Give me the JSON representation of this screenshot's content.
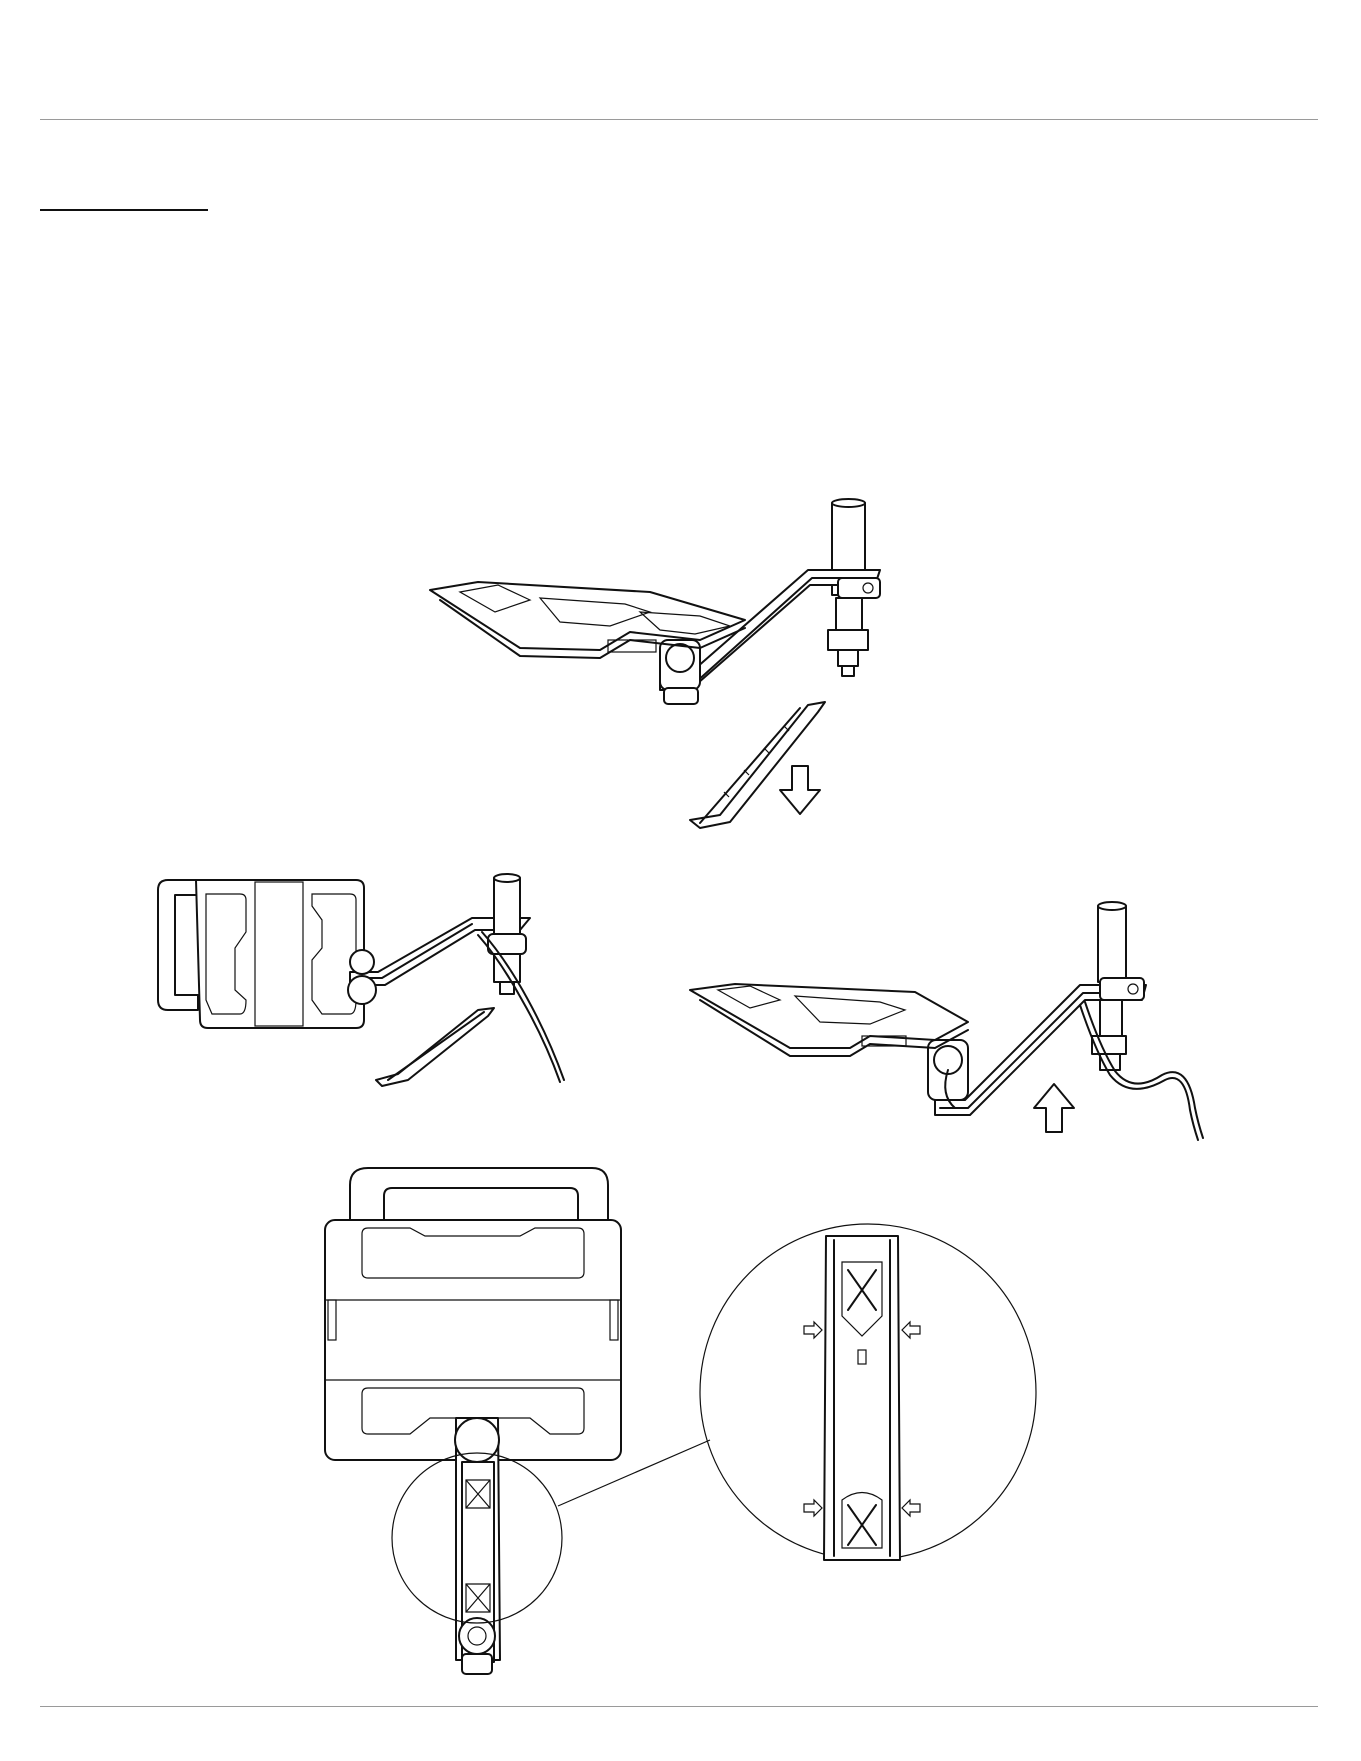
{
  "page": {
    "top_rule": true,
    "bottom_rule": true,
    "heading_underline": true
  },
  "figures": {
    "step_1_icon": "arm-tray-cover-removal-illustration",
    "step_2_icon": "laptop-tray-cable-routing-illustration",
    "step_3_icon": "arm-tray-cover-install-illustration",
    "step_4_icon": "top-view-cover-clip-detail-illustration",
    "arrow_down_icon": "arrow-down-icon",
    "arrow_up_icon": "arrow-up-icon"
  },
  "colors": {
    "line": "#111111",
    "rule": "#9a9a9a"
  }
}
